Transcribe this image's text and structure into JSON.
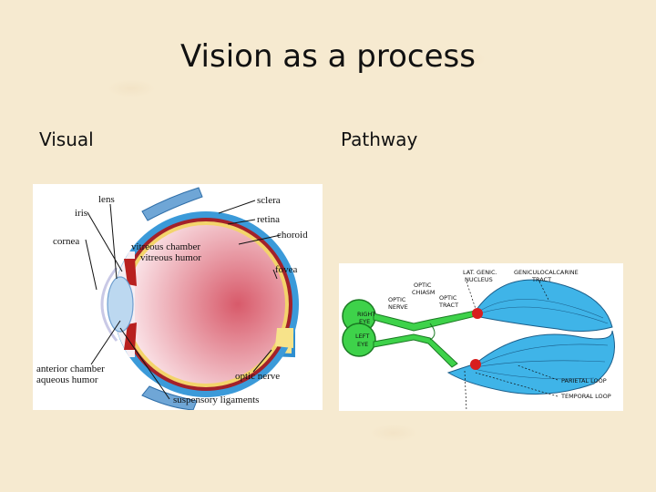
{
  "slide": {
    "title": "Vision as a process",
    "left_heading": "Visual",
    "right_heading": "Pathway"
  },
  "eye_diagram": {
    "labels": {
      "lens": "lens",
      "iris": "iris",
      "cornea": "cornea",
      "sclera": "sclera",
      "retina": "retina",
      "choroid": "choroid",
      "vitreous_chamber": "vitreous chamber",
      "vitreous_humor": "vitreous humor",
      "fovea": "fovea",
      "anterior_chamber": "anterior chamber",
      "aqueous_humor": "aqueous humor",
      "optic_nerve": "optic nerve",
      "suspensory_ligaments": "suspensory ligaments"
    }
  },
  "pathway_diagram": {
    "labels": {
      "right_eye_1": "RIGHT",
      "right_eye_2": "EYE",
      "left_eye_1": "LEFT",
      "left_eye_2": "EYE",
      "optic_nerve_1": "OPTIC",
      "optic_nerve_2": "NERVE",
      "optic_chiasm_1": "OPTIC",
      "optic_chiasm_2": "CHIASM",
      "optic_tract_1": "OPTIC",
      "optic_tract_2": "TRACT",
      "lat_genic_1": "LAT. GENIC.",
      "lat_genic_2": "NUCLEUS",
      "geniculocalcarine_1": "GENICULOCALCARINE",
      "geniculocalcarine_2": "TRACT",
      "parietal_loop": "PARIETAL LOOP",
      "temporal_loop": "TEMPORAL LOOP"
    }
  }
}
